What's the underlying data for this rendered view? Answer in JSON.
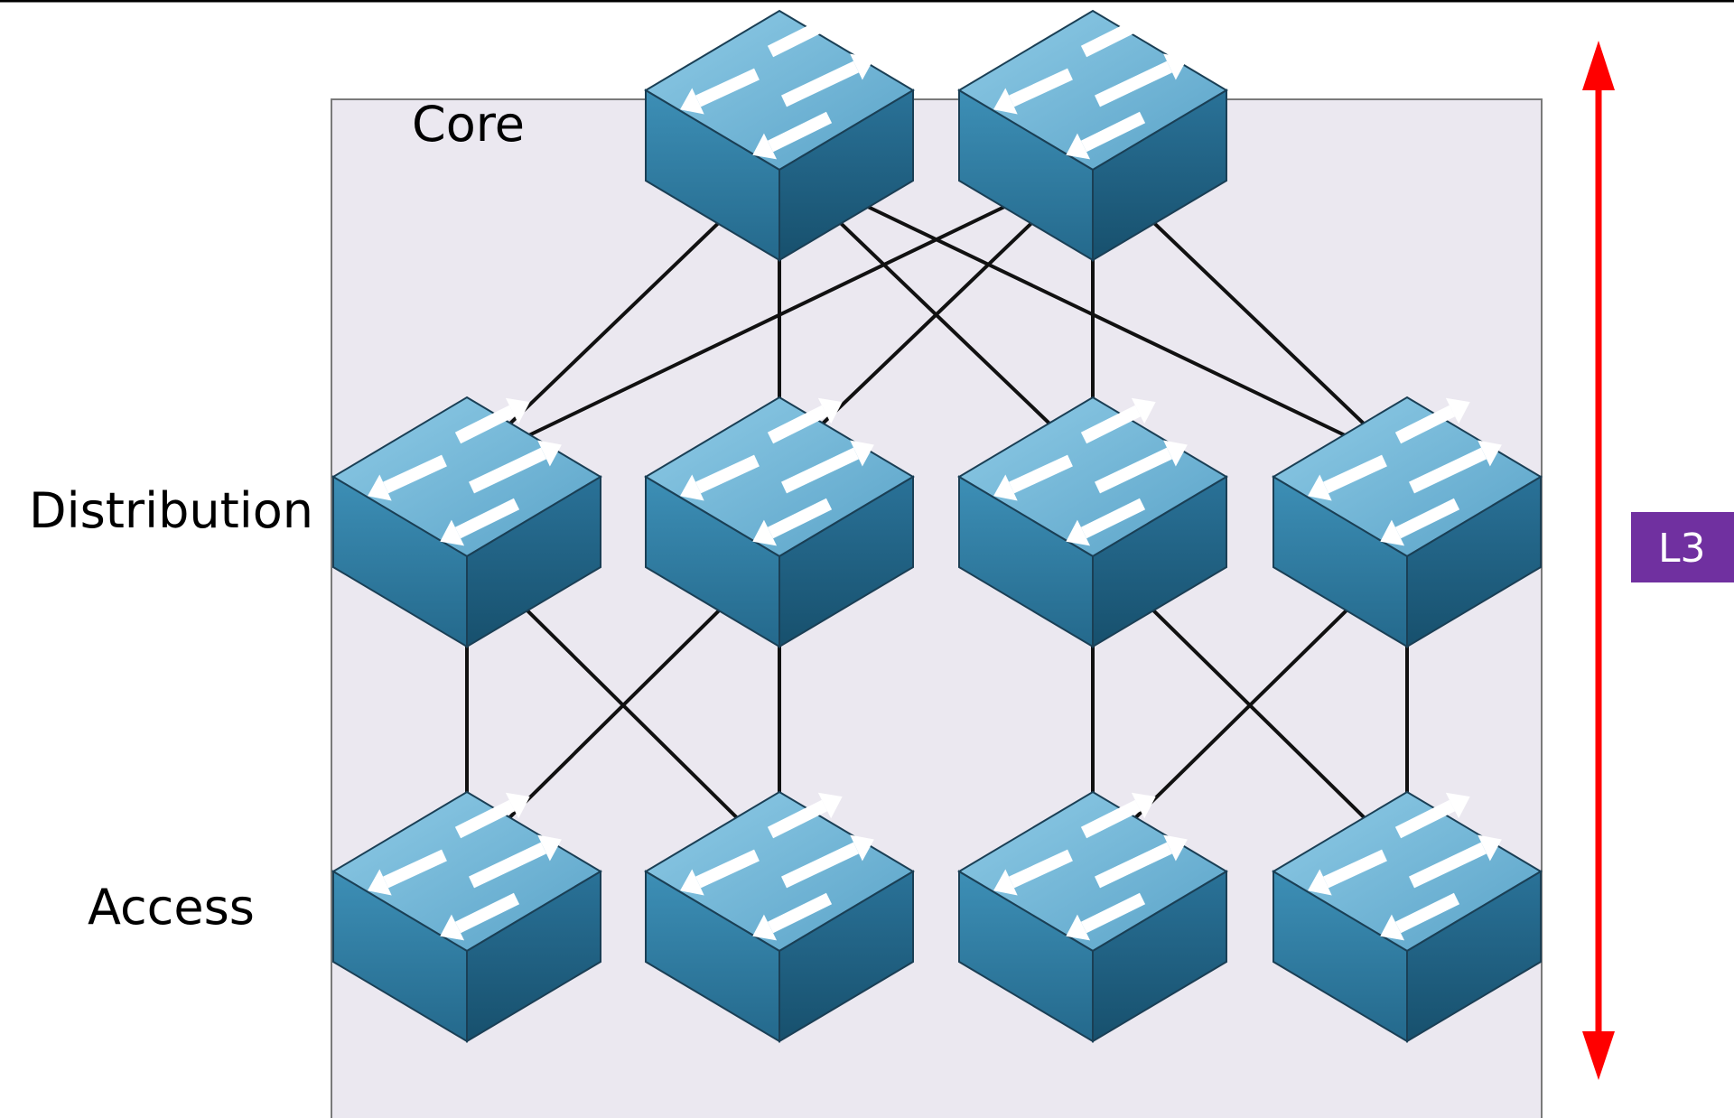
{
  "diagram": {
    "tiers": {
      "core": "Core",
      "distribution": "Distribution",
      "access": "Access"
    },
    "badge": "L3",
    "colors": {
      "zone_fill": "#ebe8f0",
      "zone_border": "#7a7a7a",
      "switch_top": "#6fb4d6",
      "switch_left": "#2f7ea3",
      "switch_right": "#1f5f80",
      "link": "#111111",
      "arrow": "#ff0000",
      "badge_bg": "#7030a0",
      "badge_text": "#ffffff"
    },
    "icons": {
      "switch": "layer3-switch-icon",
      "arrow": "double-headed-vertical-arrow"
    },
    "devices": [
      {
        "id": "core-1",
        "tier": "core"
      },
      {
        "id": "core-2",
        "tier": "core"
      },
      {
        "id": "dist-1",
        "tier": "distribution"
      },
      {
        "id": "dist-2",
        "tier": "distribution"
      },
      {
        "id": "dist-3",
        "tier": "distribution"
      },
      {
        "id": "dist-4",
        "tier": "distribution"
      },
      {
        "id": "access-1",
        "tier": "access"
      },
      {
        "id": "access-2",
        "tier": "access"
      },
      {
        "id": "access-3",
        "tier": "access"
      },
      {
        "id": "access-4",
        "tier": "access"
      }
    ],
    "links": [
      [
        "core-1",
        "dist-1"
      ],
      [
        "core-1",
        "dist-2"
      ],
      [
        "core-1",
        "dist-3"
      ],
      [
        "core-1",
        "dist-4"
      ],
      [
        "core-2",
        "dist-1"
      ],
      [
        "core-2",
        "dist-2"
      ],
      [
        "core-2",
        "dist-3"
      ],
      [
        "core-2",
        "dist-4"
      ],
      [
        "dist-1",
        "access-1"
      ],
      [
        "dist-1",
        "access-2"
      ],
      [
        "dist-2",
        "access-1"
      ],
      [
        "dist-2",
        "access-2"
      ],
      [
        "dist-3",
        "access-3"
      ],
      [
        "dist-3",
        "access-4"
      ],
      [
        "dist-4",
        "access-3"
      ],
      [
        "dist-4",
        "access-4"
      ]
    ]
  }
}
